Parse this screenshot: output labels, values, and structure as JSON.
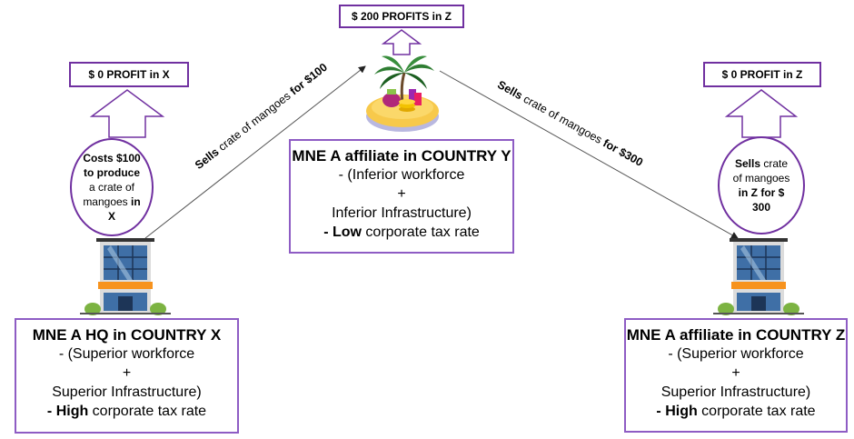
{
  "colors": {
    "accent": "#7030a0",
    "box_border": "#8e5cc4",
    "arrow_line": "#555555"
  },
  "profit_labels": {
    "x": "$ 0 PROFIT in X",
    "y": "$ 200 PROFITS in Z",
    "z": "$ 0 PROFIT in Z"
  },
  "bubbles": {
    "x": {
      "l1_bold": "Costs $100",
      "l2_bold": "to produce",
      "l3": "a crate of",
      "l4": "mangoes ",
      "l4_bold": "in",
      "l5_bold": "X"
    },
    "z": {
      "l1_bold": "Sells",
      "l1": " crate",
      "l2": "of mangoes",
      "l3_bold": "in Z for $",
      "l4_bold": "300"
    }
  },
  "flows": {
    "x_to_y": {
      "bold1": "Sells",
      "mid": " crate of mangoes ",
      "bold2": "for $100"
    },
    "y_to_z": {
      "bold1": "Sells",
      "mid": " crate of mangoes ",
      "bold2": "for $300"
    }
  },
  "entities": {
    "x": {
      "title": "MNE A HQ in COUNTRY X",
      "line1": "- (Superior workforce",
      "line2": "+",
      "line3": "Superior Infrastructure)",
      "tax_prefix": "- ",
      "tax_bold": "High",
      "tax_rest": " corporate tax rate"
    },
    "y": {
      "title": "MNE A affiliate in COUNTRY Y",
      "line1": "- (Inferior workforce",
      "line2": "+",
      "line3": "Inferior Infrastructure)",
      "tax_prefix": "- ",
      "tax_bold": "Low",
      "tax_rest": " corporate tax rate"
    },
    "z": {
      "title": "MNE A affiliate in COUNTRY Z",
      "line1": "- (Superior workforce",
      "line2": "+",
      "line3": "Superior Infrastructure)",
      "tax_prefix": "- ",
      "tax_bold": "High",
      "tax_rest": " corporate tax rate"
    }
  },
  "icons": {
    "x_building": "office-building-icon",
    "y_island": "tropical-island-icon",
    "z_building": "office-building-icon"
  }
}
